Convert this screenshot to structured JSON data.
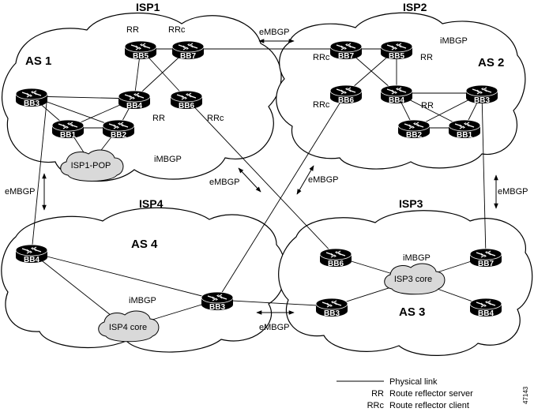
{
  "isps": [
    {
      "id": "isp1",
      "label": "ISP1",
      "as_label": "AS 1"
    },
    {
      "id": "isp2",
      "label": "ISP2",
      "as_label": "AS 2"
    },
    {
      "id": "isp3",
      "label": "ISP3",
      "as_label": "AS 3"
    },
    {
      "id": "isp4",
      "label": "ISP4",
      "as_label": "AS 4"
    }
  ],
  "routers": [
    {
      "id": "isp1-bb5",
      "name": "BB5",
      "role": "RR"
    },
    {
      "id": "isp1-bb7",
      "name": "BB7",
      "role": "RRc"
    },
    {
      "id": "isp1-bb3",
      "name": "BB3",
      "role": ""
    },
    {
      "id": "isp1-bb4",
      "name": "BB4",
      "role": "RR"
    },
    {
      "id": "isp1-bb6",
      "name": "BB6",
      "role": "RRc"
    },
    {
      "id": "isp1-bb1",
      "name": "BB1",
      "role": ""
    },
    {
      "id": "isp1-bb2",
      "name": "BB2",
      "role": ""
    },
    {
      "id": "isp2-bb7",
      "name": "BB7",
      "role": "RRc"
    },
    {
      "id": "isp2-bb5",
      "name": "BB5",
      "role": "RR"
    },
    {
      "id": "isp2-bb6",
      "name": "BB6",
      "role": "RRc"
    },
    {
      "id": "isp2-bb4",
      "name": "BB4",
      "role": "RR"
    },
    {
      "id": "isp2-bb3",
      "name": "BB3",
      "role": ""
    },
    {
      "id": "isp2-bb2",
      "name": "BB2",
      "role": ""
    },
    {
      "id": "isp2-bb1",
      "name": "BB1",
      "role": ""
    },
    {
      "id": "isp3-bb6",
      "name": "BB6",
      "role": ""
    },
    {
      "id": "isp3-bb7",
      "name": "BB7",
      "role": ""
    },
    {
      "id": "isp3-bb3",
      "name": "BB3",
      "role": ""
    },
    {
      "id": "isp3-bb4",
      "name": "BB4",
      "role": ""
    },
    {
      "id": "isp4-bb4",
      "name": "BB4",
      "role": ""
    },
    {
      "id": "isp4-bb3",
      "name": "BB3",
      "role": ""
    }
  ],
  "pops": [
    {
      "id": "isp1-pop",
      "label": "ISP1-POP"
    },
    {
      "id": "isp3-core",
      "label": "ISP3 core"
    },
    {
      "id": "isp4-core",
      "label": "ISP4 core"
    }
  ],
  "session_labels": [
    {
      "id": "ebgp-isp1-isp2",
      "text": "eMBGP"
    },
    {
      "id": "ebgp-isp1-isp4",
      "text": "eMBGP"
    },
    {
      "id": "ebgp-isp2-isp3",
      "text": "eMBGP"
    },
    {
      "id": "ebgp-isp1-isp3",
      "text": "eMBGP"
    },
    {
      "id": "ebgp-isp4-isp2",
      "text": "eMBGP"
    },
    {
      "id": "ebgp-isp4-isp3",
      "text": "eMBGP"
    },
    {
      "id": "ibgp-isp1",
      "text": "iMBGP"
    },
    {
      "id": "ibgp-isp2",
      "text": "iMBGP"
    },
    {
      "id": "ibgp-isp3",
      "text": "iMBGP"
    },
    {
      "id": "ibgp-isp4",
      "text": "iMBGP"
    }
  ],
  "legend": {
    "physical_link": "Physical link",
    "rr_key": "RR",
    "rr_desc": "Route reflector server",
    "rrc_key": "RRc",
    "rrc_desc": "Route reflector client"
  },
  "figure_id": "47143"
}
